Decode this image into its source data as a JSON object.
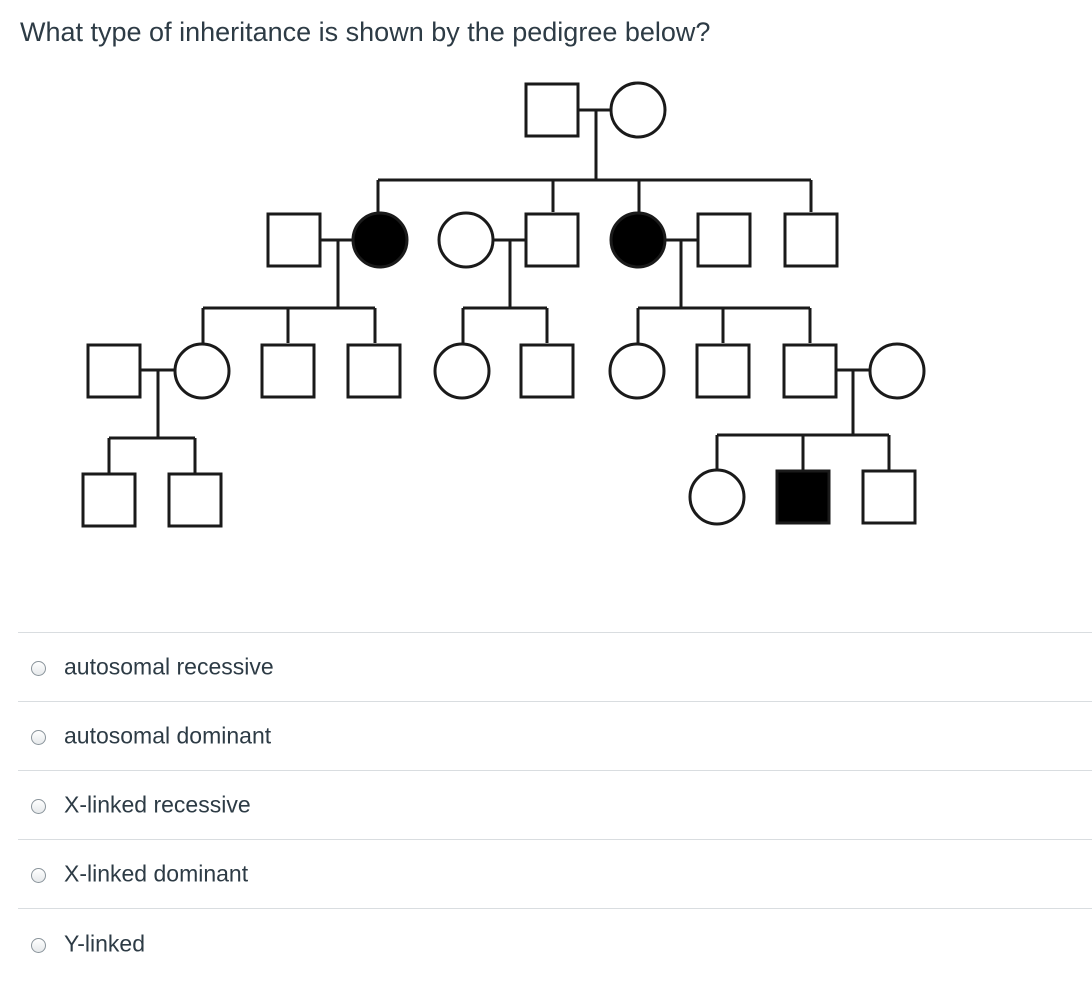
{
  "question": {
    "text": "What type of inheritance is shown by the pedigree below?"
  },
  "pedigree": {
    "individuals": [
      {
        "id": "g1-male",
        "sex": "male",
        "affected": false
      },
      {
        "id": "g1-female",
        "sex": "female",
        "affected": false
      },
      {
        "id": "g2-spouse-a-male",
        "sex": "male",
        "affected": false
      },
      {
        "id": "g2-daughter-a",
        "sex": "female",
        "affected": true
      },
      {
        "id": "g2-spouse-b-female",
        "sex": "female",
        "affected": false
      },
      {
        "id": "g2-son-b",
        "sex": "male",
        "affected": false
      },
      {
        "id": "g2-daughter-c",
        "sex": "female",
        "affected": true
      },
      {
        "id": "g2-spouse-c-male",
        "sex": "male",
        "affected": false
      },
      {
        "id": "g2-son-d",
        "sex": "male",
        "affected": false
      },
      {
        "id": "g3-spouse-male",
        "sex": "male",
        "affected": false
      },
      {
        "id": "g3-daughter-a1",
        "sex": "female",
        "affected": false
      },
      {
        "id": "g3-son-a2",
        "sex": "male",
        "affected": false
      },
      {
        "id": "g3-son-a3",
        "sex": "male",
        "affected": false
      },
      {
        "id": "g3-daughter-b1",
        "sex": "female",
        "affected": false
      },
      {
        "id": "g3-son-b2",
        "sex": "male",
        "affected": false
      },
      {
        "id": "g3-daughter-c1",
        "sex": "female",
        "affected": false
      },
      {
        "id": "g3-son-c2",
        "sex": "male",
        "affected": false
      },
      {
        "id": "g3-son-c3",
        "sex": "male",
        "affected": false
      },
      {
        "id": "g3-spouse-female",
        "sex": "female",
        "affected": false
      },
      {
        "id": "g4-son-1",
        "sex": "male",
        "affected": false
      },
      {
        "id": "g4-son-2",
        "sex": "male",
        "affected": false
      },
      {
        "id": "g4-daughter-3",
        "sex": "female",
        "affected": false
      },
      {
        "id": "g4-son-4",
        "sex": "male",
        "affected": true
      },
      {
        "id": "g4-son-5",
        "sex": "male",
        "affected": false
      }
    ],
    "colors": {
      "line": "#1a1a1a",
      "affected_fill": "#000000",
      "unaffected_fill": "#ffffff"
    }
  },
  "answers": [
    {
      "label": "autosomal recessive",
      "selected": false
    },
    {
      "label": "autosomal dominant",
      "selected": false
    },
    {
      "label": "X-linked recessive",
      "selected": false
    },
    {
      "label": "X-linked dominant",
      "selected": false
    },
    {
      "label": "Y-linked",
      "selected": false
    }
  ]
}
